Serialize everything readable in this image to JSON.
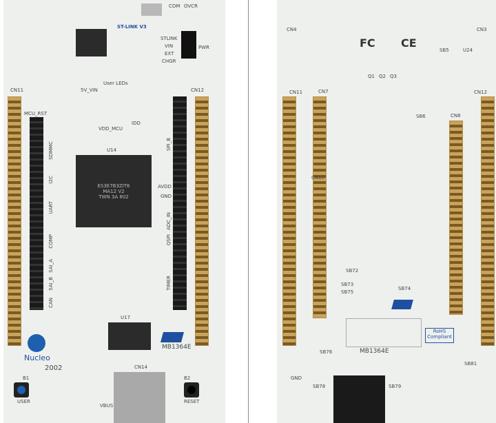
{
  "front": {
    "brand": "Nucleo",
    "board_id": "MB1364E",
    "year": "2002",
    "mcu_marking": [
      "ES3E7B3ZIT6",
      "MA12 V2",
      "TWN 3A 802"
    ],
    "stlink_label": "ST-LINK V3",
    "labels": [
      "CN11",
      "CN12",
      "U14",
      "U17",
      "CN14",
      "B1",
      "B2",
      "USER",
      "RESET",
      "5V_VIN",
      "User LEDs",
      "STLINK",
      "VIN",
      "EXT",
      "CHGR",
      "COM",
      "OVCR",
      "PWR",
      "MCU_RST",
      "VDD_MCU",
      "IDD",
      "SDMMC",
      "I2C",
      "SPI_B",
      "QSPI",
      "TIMER",
      "ADC_IN",
      "SAI_A",
      "SAI_B",
      "CAN",
      "UART",
      "COMP",
      "AVDD",
      "GND",
      "VBUS"
    ],
    "user_button_color": "#1f5fb0",
    "reset_button_color": "#222222"
  },
  "back": {
    "board_id": "MB1364E",
    "certifications": [
      "FC",
      "CE"
    ],
    "rohs": [
      "RoHS",
      "Compliant"
    ],
    "labels": [
      "CN4",
      "CN3",
      "CN7",
      "CN8",
      "CN10",
      "CN11",
      "CN12",
      "SB5",
      "SB6",
      "SB72",
      "SB73",
      "SB74",
      "SB75",
      "SB76",
      "SB78",
      "SB79",
      "SB81",
      "Q1",
      "Q2",
      "Q3",
      "U24",
      "GND"
    ]
  }
}
